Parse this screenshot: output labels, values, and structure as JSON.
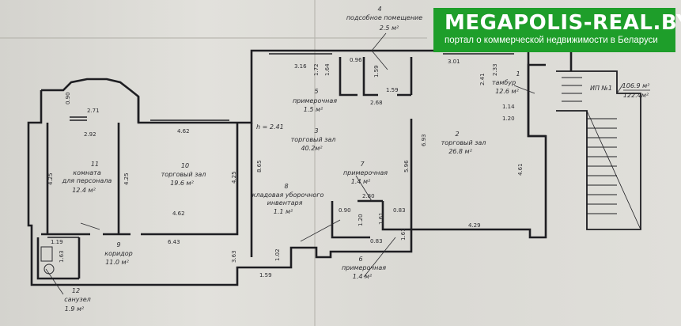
{
  "banner": {
    "brand": "MEGAPOLIS-REAL.BY",
    "tagline": "портал о коммерческой недвижимости в Беларуси",
    "color": "#1e9e2a"
  },
  "plan": {
    "ceiling_height": "h = 2.41",
    "legend": {
      "id": "ИП №1",
      "line1": "106.9 м²",
      "line2": "122.4м²"
    },
    "rooms": [
      {
        "num": "1",
        "name": "тамбур",
        "area": "12.6 м²"
      },
      {
        "num": "2",
        "name": "торговый зал",
        "area": "26.8 м²"
      },
      {
        "num": "3",
        "name": "торговый зал",
        "area": "40.2м²"
      },
      {
        "num": "4",
        "name": "подсобное помещение",
        "area": "2.5 м²"
      },
      {
        "num": "5",
        "name": "примерочная",
        "area": "1.5 м²"
      },
      {
        "num": "6",
        "name": "примерочная",
        "area": "1.4 м²"
      },
      {
        "num": "7",
        "name": "примерочная",
        "area": "1.4 м²"
      },
      {
        "num": "8",
        "name_line1": "кладовая уборочного",
        "name_line2": "инвентаря",
        "area": "1.1 м²"
      },
      {
        "num": "9",
        "name": "коридор",
        "area": "11.0 м²"
      },
      {
        "num": "10",
        "name": "торговый зал",
        "area": "19.6 м²"
      },
      {
        "num": "11",
        "name_line1": "комната",
        "name_line2": "для персонала",
        "area": "12.4 м²"
      },
      {
        "num": "12",
        "name": "санузел",
        "area": "1.9 м²"
      }
    ],
    "dims": [
      "0.90",
      "2.71",
      "2.92",
      "4.62",
      "4.25",
      "4.25",
      "4.25",
      "4.62",
      "6.43",
      "8.65",
      "3.63",
      "1.02",
      "1.59",
      "3.16",
      "1.72",
      "1.64",
      "0.96",
      "1.59",
      "1.59",
      "2.68",
      "3.01",
      "2.41",
      "2.33",
      "1.14",
      "1.20",
      "6.93",
      "5.96",
      "4.61",
      "4.29",
      "2.80",
      "0.90",
      "1.20",
      "1.61",
      "0.83",
      "0.83",
      "1.61",
      "1.19",
      "1.63"
    ]
  }
}
